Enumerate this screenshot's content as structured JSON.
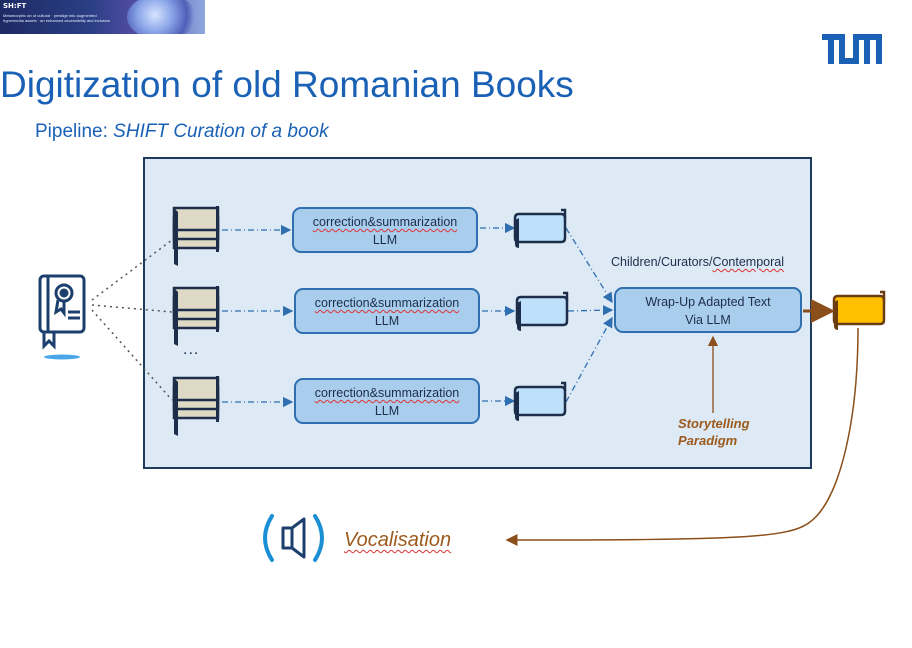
{
  "banner": {
    "title": "SH:FT",
    "subtitle": "Metamorphic an of cultural · prestige into augmented hypermedia assets · an enhanced accessibility and inclusion"
  },
  "header": {
    "title": "Digitization of old Romanian Books",
    "subtitle_prefix": "Pipeline: ",
    "subtitle_italic": "SHIFT Curation of a book"
  },
  "logo": {
    "text": "TUM"
  },
  "pipeline": {
    "llm_boxes": [
      {
        "line1": "correction&summarization",
        "line2": "LLM"
      },
      {
        "line1": "correction&summarization",
        "line2": "LLM"
      },
      {
        "line1": "correction&summarization",
        "line2": "LLM"
      }
    ],
    "ellipsis": "...",
    "audience_prefix": "Children/Curators/",
    "audience_misspelled": "Contemporal",
    "wrapup": {
      "line1": "Wrap-Up Adapted Text",
      "line2": "Via LLM"
    },
    "storytelling": {
      "line1": "Storytelling",
      "line2": "Paradigm"
    },
    "vocalisation": "Vocalisation"
  },
  "colors": {
    "title_blue": "#1a61b6",
    "panel_fill": "#dde9f5",
    "box_fill": "#a9cdec",
    "output_scroll": "#ffc000",
    "brown_accent": "#9c5a1c"
  }
}
